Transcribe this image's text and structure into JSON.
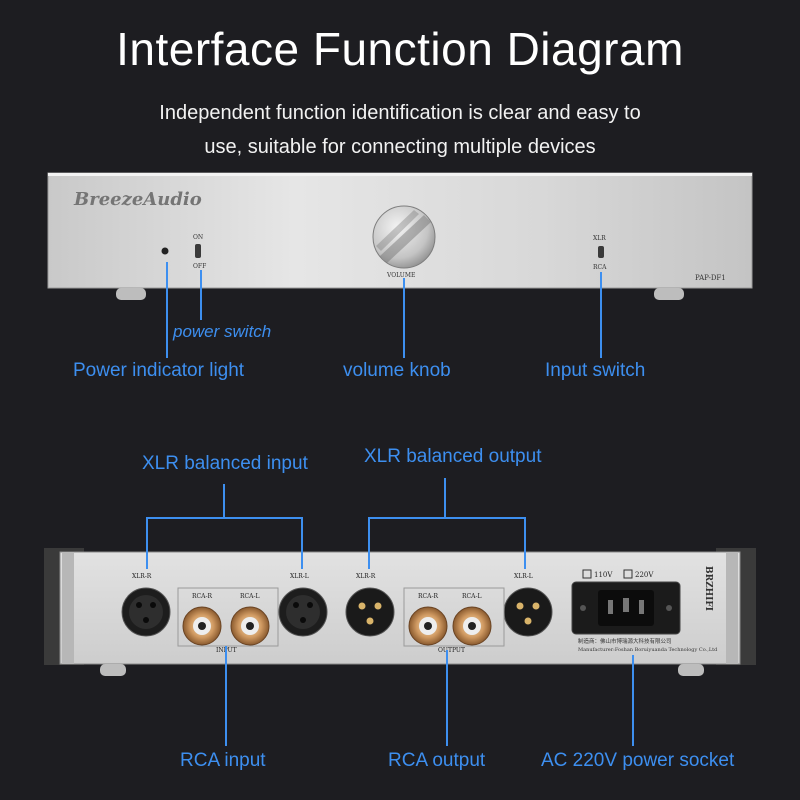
{
  "title": "Interface Function Diagram",
  "subtitle": {
    "line1": "Independent function identification is clear and easy to",
    "line2": "use, suitable for connecting multiple devices"
  },
  "front_panel": {
    "brand": "BreezeAudio",
    "model": "PAP-DF1",
    "on": "ON",
    "off": "OFF",
    "volume": "VOLUME",
    "xlr": "XLR",
    "rca": "RCA"
  },
  "front_labels": {
    "power_switch": "power switch",
    "power_indicator": "Power indicator light",
    "volume_knob": "volume knob",
    "input_switch": "Input switch"
  },
  "rear_panel": {
    "xlr_r_in": "XLR-R",
    "xlr_l_in": "XLR-L",
    "rca_r_in": "RCA-R",
    "rca_l_in": "RCA-L",
    "input": "INPUT",
    "xlr_r_out": "XLR-R",
    "xlr_l_out": "XLR-L",
    "rca_r_out": "RCA-R",
    "rca_l_out": "RCA-L",
    "output": "OUTPUT",
    "v110": "110V",
    "v220": "220V",
    "side_brand": "BRZHIFI",
    "maker_cn": "制造商：佛山市博瑞源大科技有限公司",
    "maker_en": "Manufacturer:Foshan Boruiyuanda Technology Co.,Ltd"
  },
  "rear_labels": {
    "xlr_in": "XLR balanced input",
    "xlr_out": "XLR balanced output",
    "rca_in": "RCA input",
    "rca_out": "RCA output",
    "ac_socket": "AC 220V power socket"
  },
  "colors": {
    "background": "#1d1d21",
    "accent": "#3d8ff0",
    "panel": "#d6d6d6"
  }
}
